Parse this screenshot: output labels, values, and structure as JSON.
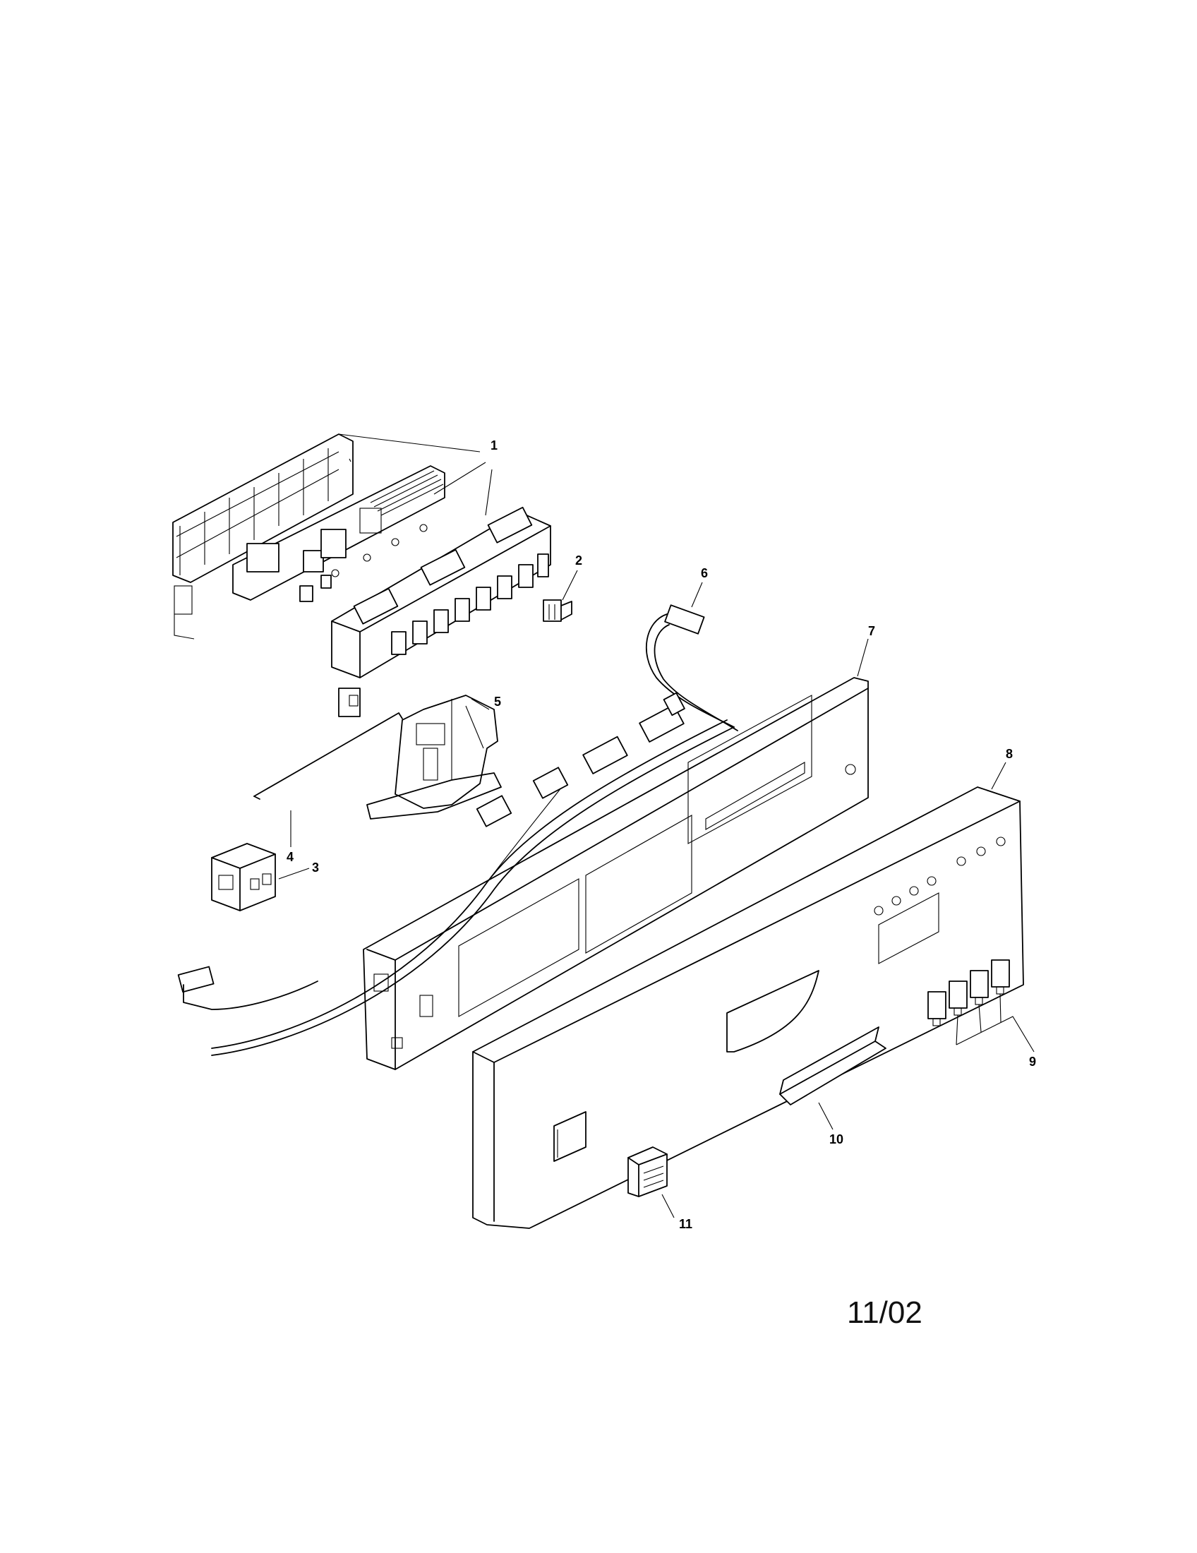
{
  "callouts": [
    {
      "number": "1"
    },
    {
      "number": "2"
    },
    {
      "number": "3"
    },
    {
      "number": "4"
    },
    {
      "number": "5"
    },
    {
      "number": "6"
    },
    {
      "number": "7"
    },
    {
      "number": "8"
    },
    {
      "number": "9"
    },
    {
      "number": "10"
    },
    {
      "number": "11"
    }
  ],
  "date_stamp": "11/02"
}
